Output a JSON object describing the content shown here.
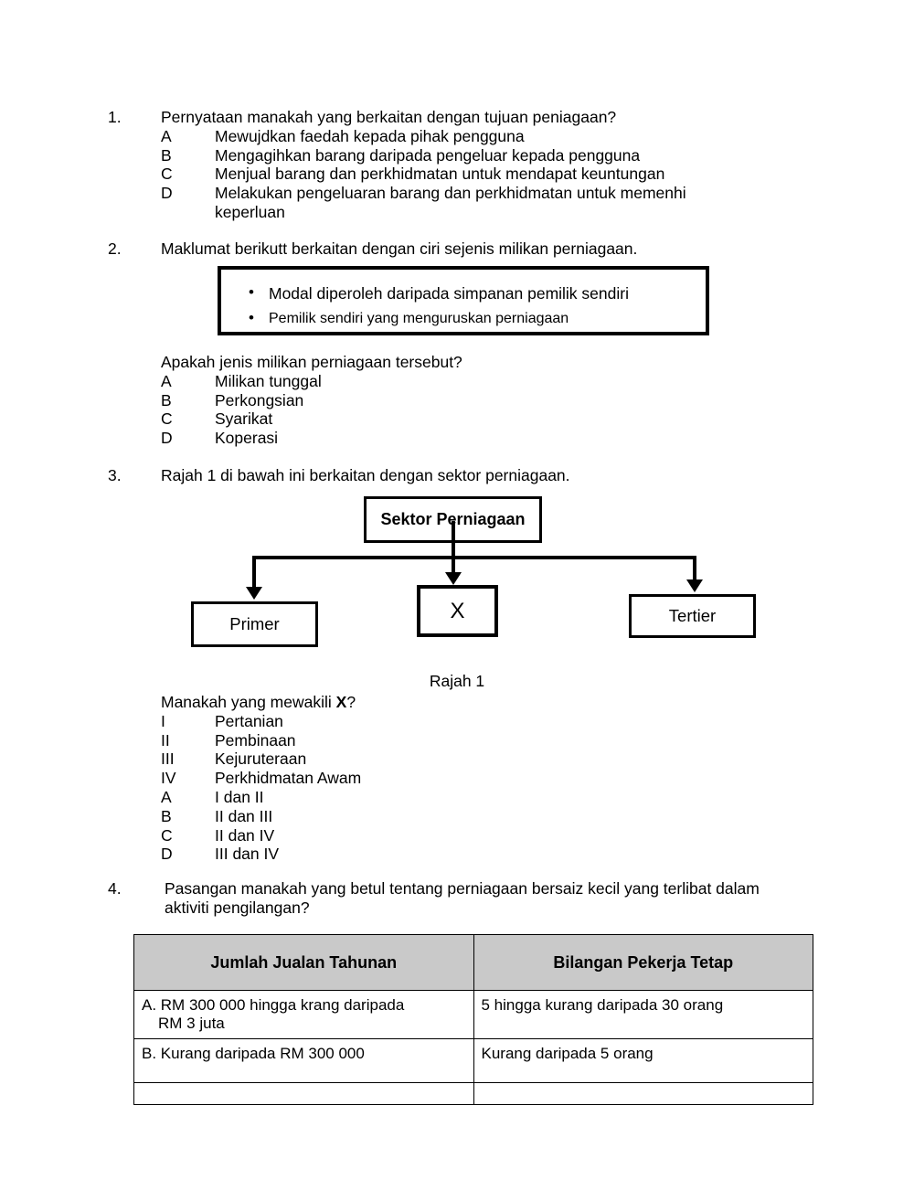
{
  "document": {
    "type": "exam-question-paper",
    "language": "ms"
  },
  "questions": [
    {
      "number": "1.",
      "stem": "Pernyataan manakah yang berkaitan dengan tujuan peniagaan?",
      "options": [
        {
          "letter": "A",
          "text": "Mewujdkan faedah kepada pihak pengguna"
        },
        {
          "letter": "B",
          "text": "Mengagihkan barang daripada pengeluar kepada pengguna"
        },
        {
          "letter": "C",
          "text": "Menjual barang dan perkhidmatan untuk mendapat keuntungan"
        },
        {
          "letter": "D",
          "text": "Melakukan pengeluaran barang dan perkhidmatan untuk memenhi"
        }
      ],
      "option_d_continuation": "keperluan"
    },
    {
      "number": "2.",
      "stem": "Maklumat berikutt berkaitan dengan ciri sejenis milikan perniagaan.",
      "stimulus_bullets": [
        "Modal diperoleh daripada simpanan pemilik sendiri",
        "Pemilik sendiri yang menguruskan perniagaan"
      ],
      "sub_stem": "Apakah jenis milikan perniagaan tersebut?",
      "options": [
        {
          "letter": "A",
          "text": "Milikan tunggal"
        },
        {
          "letter": "B",
          "text": "Perkongsian"
        },
        {
          "letter": "C",
          "text": "Syarikat"
        },
        {
          "letter": "D",
          "text": "Koperasi"
        }
      ]
    },
    {
      "number": "3.",
      "stem": "Rajah 1 di bawah ini berkaitan dengan sektor perniagaan.",
      "diagram": {
        "root_label": "Sektor Perniagaan",
        "child_left": "Primer",
        "child_middle": "X",
        "child_right": "Tertier",
        "caption": "Rajah 1"
      },
      "sub_stem": "Manakah yang mewakili ",
      "sub_stem_bold": "X",
      "sub_stem_tail": "?",
      "roman_items": [
        {
          "letter": "I",
          "text": "Pertanian"
        },
        {
          "letter": "II",
          "text": "Pembinaan"
        },
        {
          "letter": "III",
          "text": "Kejuruteraan"
        },
        {
          "letter": "IV",
          "text": "Perkhidmatan Awam"
        }
      ],
      "options": [
        {
          "letter": "A",
          "text": "I dan II"
        },
        {
          "letter": "B",
          "text": "II dan III"
        },
        {
          "letter": "C",
          "text": "II dan IV"
        },
        {
          "letter": "D",
          "text": "III dan IV"
        }
      ]
    },
    {
      "number": "4.",
      "stem": "Pasangan manakah yang betul tentang perniagaan bersaiz kecil yang terlibat dalam\naktiviti pengilangan?",
      "table": {
        "headers": [
          "Jumlah Jualan Tahunan",
          "Bilangan Pekerja Tetap"
        ],
        "rows": [
          {
            "col1_line1": "A. RM 300 000 hingga krang daripada",
            "col1_line2": "RM 3 juta",
            "col2": "5 hingga kurang daripada 30 orang"
          },
          {
            "col1_line1": "B. Kurang daripada RM 300 000",
            "col1_line2": "",
            "col2": "Kurang daripada 5 orang"
          },
          {
            "col1_line1": "",
            "col1_line2": "",
            "col2": ""
          }
        ],
        "header_background": "#c9c9c9"
      }
    }
  ]
}
